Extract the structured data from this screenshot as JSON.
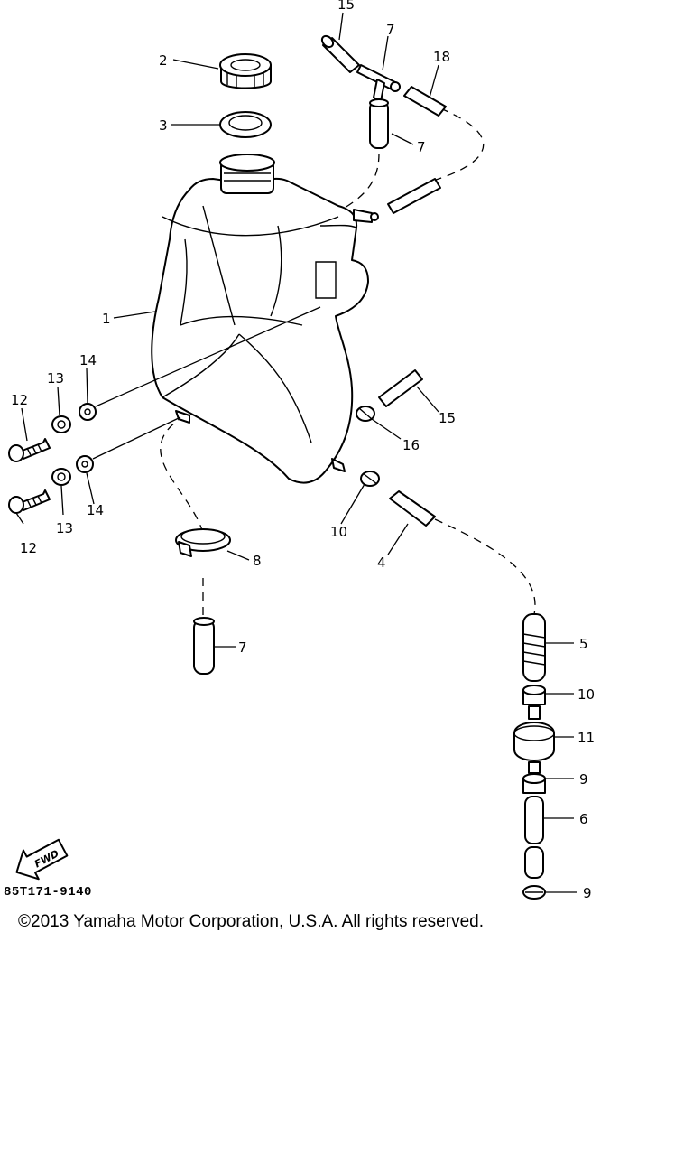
{
  "diagram": {
    "callouts": [
      {
        "id": "c1",
        "text": "1"
      },
      {
        "id": "c2",
        "text": "2"
      },
      {
        "id": "c3",
        "text": "3"
      },
      {
        "id": "c4",
        "text": "4"
      },
      {
        "id": "c5",
        "text": "5"
      },
      {
        "id": "c6",
        "text": "6"
      },
      {
        "id": "c7a",
        "text": "7"
      },
      {
        "id": "c7b",
        "text": "7"
      },
      {
        "id": "c7c",
        "text": "7"
      },
      {
        "id": "c8",
        "text": "8"
      },
      {
        "id": "c9a",
        "text": "9"
      },
      {
        "id": "c9b",
        "text": "9"
      },
      {
        "id": "c10a",
        "text": "10"
      },
      {
        "id": "c10b",
        "text": "10"
      },
      {
        "id": "c11",
        "text": "11"
      },
      {
        "id": "c12a",
        "text": "12"
      },
      {
        "id": "c12b",
        "text": "12"
      },
      {
        "id": "c13a",
        "text": "13"
      },
      {
        "id": "c13b",
        "text": "13"
      },
      {
        "id": "c14a",
        "text": "14"
      },
      {
        "id": "c14b",
        "text": "14"
      },
      {
        "id": "c15a",
        "text": "15"
      },
      {
        "id": "c15b",
        "text": "15"
      },
      {
        "id": "c16",
        "text": "16"
      },
      {
        "id": "c18",
        "text": "18"
      }
    ],
    "fwd_label": "FWD",
    "drawing_code": "85T171-9140"
  },
  "footer": {
    "copyright": "©2013 Yamaha Motor Corporation, U.S.A. All rights reserved."
  }
}
